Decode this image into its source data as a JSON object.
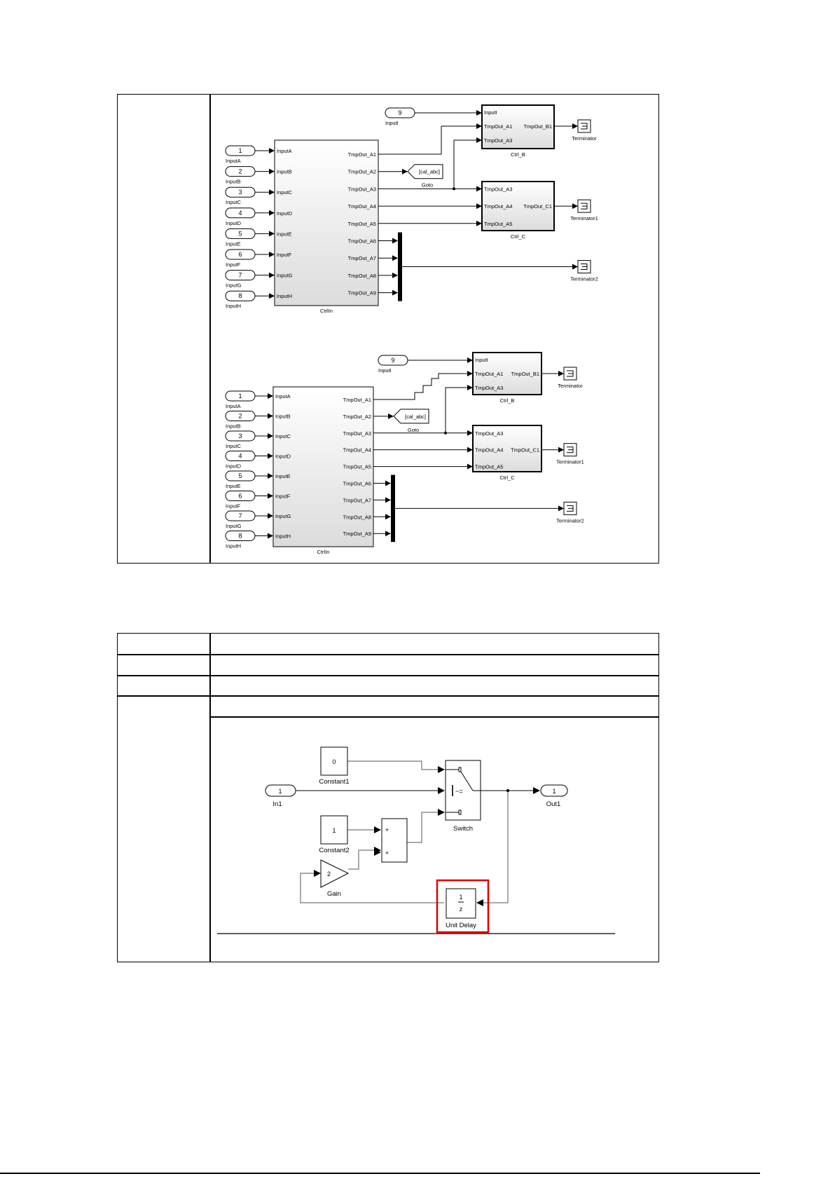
{
  "table1": {
    "label_cell": "",
    "diagram_top": {
      "main_block": {
        "name": "CtrlIn",
        "inputs": [
          "InputA",
          "InputB",
          "InputC",
          "InputD",
          "InputE",
          "InputF",
          "InputG",
          "InputH"
        ],
        "outputs": [
          "TmpOut_A1",
          "TmpOut_A2",
          "TmpOut_A3",
          "TmpOut_A4",
          "TmpOut_A5",
          "TmpOut_A6",
          "TmpOut_A7",
          "TmpOut_A8",
          "TmpOut_A9"
        ]
      },
      "inports": [
        {
          "num": "1",
          "name": "InputA"
        },
        {
          "num": "2",
          "name": "InputB"
        },
        {
          "num": "3",
          "name": "InputC"
        },
        {
          "num": "4",
          "name": "InputD"
        },
        {
          "num": "5",
          "name": "InputE"
        },
        {
          "num": "6",
          "name": "InputF"
        },
        {
          "num": "7",
          "name": "InputG"
        },
        {
          "num": "8",
          "name": "InputH"
        }
      ],
      "inport_i": {
        "num": "9",
        "name": "InputI"
      },
      "goto": {
        "tag": "[cal_abc]",
        "name": "Goto"
      },
      "ctrl_b": {
        "name": "Ctrl_B",
        "inputs": [
          "InputI",
          "TmpOut_A1",
          "TmpOut_A3"
        ],
        "output": "TmpOut_B1"
      },
      "ctrl_c": {
        "name": "Ctrl_C",
        "inputs": [
          "TmpOut_A3",
          "TmpOut_A4",
          "TmpOut_A5"
        ],
        "output": "TmpOut_C1"
      },
      "terminators": [
        "Terminator",
        "Terminator1",
        "Terminator2"
      ]
    },
    "diagram_bottom": {
      "main_block": {
        "name": "CtrlIn",
        "inputs": [
          "InputA",
          "InputB",
          "InputC",
          "InputD",
          "InputE",
          "InputF",
          "InputG",
          "InputH"
        ],
        "outputs": [
          "TmpOut_A1",
          "TmpOut_A2",
          "TmpOut_A3",
          "TmpOut_A4",
          "TmpOut_A5",
          "TmpOut_A6",
          "TmpOut_A7",
          "TmpOut_A8",
          "TmpOut_A9"
        ]
      },
      "inports": [
        {
          "num": "1",
          "name": "InputA"
        },
        {
          "num": "2",
          "name": "InputB"
        },
        {
          "num": "3",
          "name": "InputC"
        },
        {
          "num": "4",
          "name": "InputD"
        },
        {
          "num": "5",
          "name": "InputE"
        },
        {
          "num": "6",
          "name": "InputF"
        },
        {
          "num": "7",
          "name": "InputG"
        },
        {
          "num": "8",
          "name": "InputH"
        }
      ],
      "inport_i": {
        "num": "9",
        "name": "InputI"
      },
      "goto": {
        "tag": "[cal_abc]",
        "name": "Goto"
      },
      "ctrl_b": {
        "name": "Ctrl_B",
        "inputs": [
          "InputI",
          "TmpOut_A1",
          "TmpOut_A3"
        ],
        "output": "TmpOut_B1"
      },
      "ctrl_c": {
        "name": "Ctrl_C",
        "inputs": [
          "TmpOut_A3",
          "TmpOut_A4",
          "TmpOut_A5"
        ],
        "output": "TmpOut_C1"
      },
      "terminators": [
        "Terminator",
        "Terminator1",
        "Terminator2"
      ]
    }
  },
  "table2": {
    "rows": [
      {
        "label": "",
        "value": ""
      },
      {
        "label": "",
        "value": ""
      },
      {
        "label": "",
        "value": ""
      },
      {
        "label": "",
        "value": ""
      }
    ],
    "diagram": {
      "inport": {
        "num": "1",
        "name": "In1"
      },
      "outport": {
        "num": "1",
        "name": "Out1"
      },
      "constant1": {
        "value": "0",
        "name": "Constant1"
      },
      "constant2": {
        "value": "1",
        "name": "Constant2"
      },
      "sum": {
        "signs": [
          "+",
          "+"
        ]
      },
      "gain": {
        "value": "2",
        "name": "Gain"
      },
      "switch": {
        "criteria": "~=",
        "name": "Switch"
      },
      "unit_delay": {
        "num": "1",
        "den": "z",
        "name": "Unit Delay"
      },
      "highlight_color": "#e00000"
    }
  }
}
